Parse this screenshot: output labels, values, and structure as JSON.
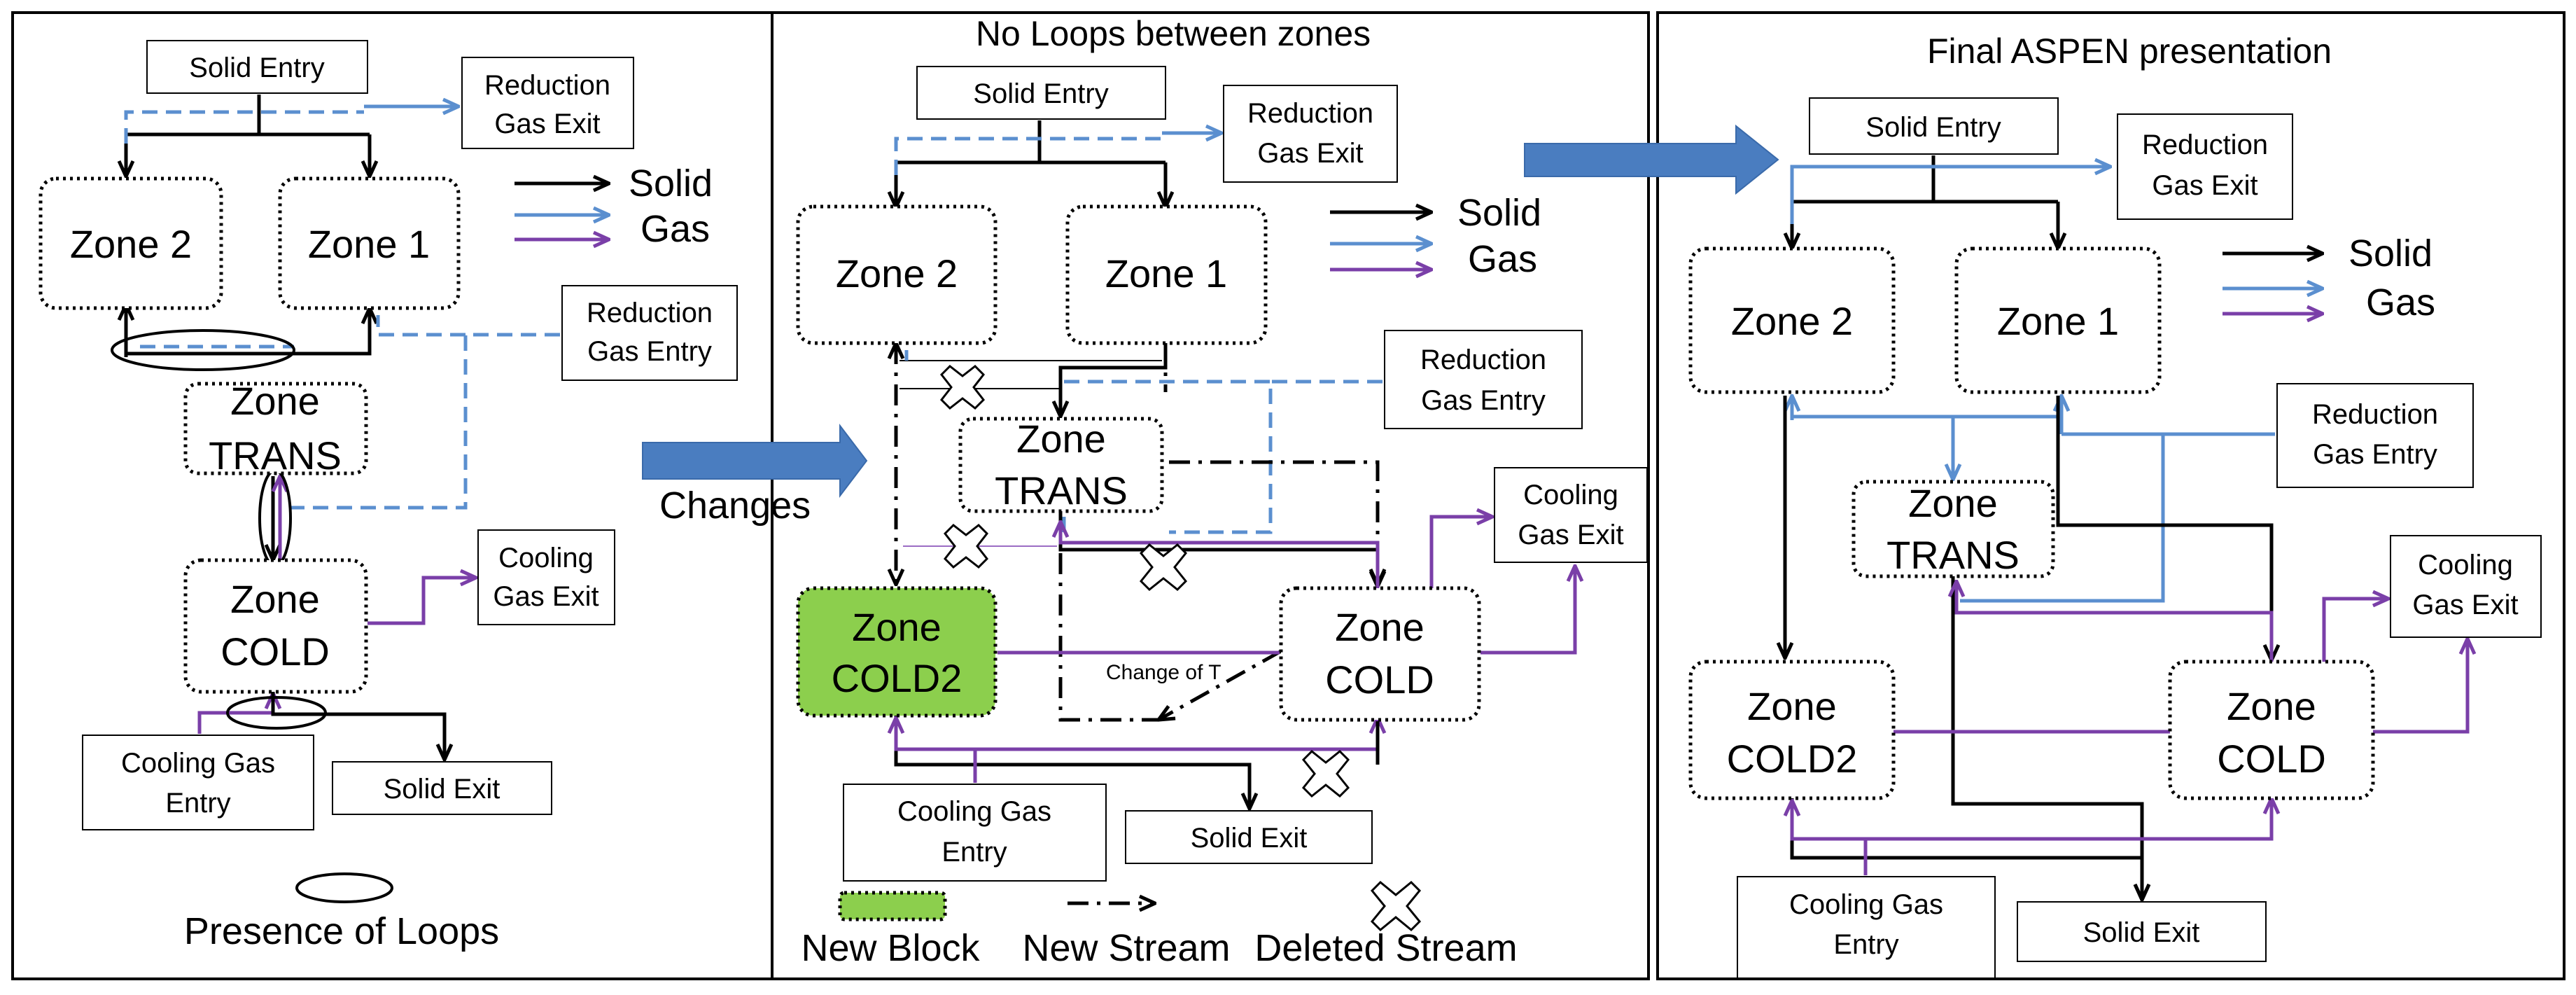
{
  "panels": {
    "left": {
      "zone2": "Zone 2",
      "zone1": "Zone 1",
      "zone_trans": [
        "Zone",
        "TRANS"
      ],
      "zone_cold": [
        "Zone",
        "COLD"
      ],
      "solid_entry": "Solid Entry",
      "reduction_gas_exit": [
        "Reduction",
        "Gas Exit"
      ],
      "reduction_gas_entry": [
        "Reduction",
        "Gas Entry"
      ],
      "cooling_gas_exit": [
        "Cooling",
        "Gas Exit"
      ],
      "cooling_gas_entry": [
        "Cooling Gas",
        "Entry"
      ],
      "solid_exit": "Solid Exit",
      "legend_solid": "Solid",
      "legend_gas": "Gas",
      "loops_label": "Presence of Loops"
    },
    "middle": {
      "title": "No Loops between zones",
      "zone2": "Zone 2",
      "zone1": "Zone 1",
      "zone_trans": [
        "Zone",
        "TRANS"
      ],
      "zone_cold2": [
        "Zone",
        "COLD2"
      ],
      "zone_cold": [
        "Zone",
        "COLD"
      ],
      "solid_entry": "Solid Entry",
      "reduction_gas_exit": [
        "Reduction",
        "Gas Exit"
      ],
      "reduction_gas_entry": [
        "Reduction",
        "Gas Entry"
      ],
      "cooling_gas_exit": [
        "Cooling",
        "Gas Exit"
      ],
      "cooling_gas_entry": [
        "Cooling Gas",
        "Entry"
      ],
      "solid_exit": "Solid Exit",
      "legend_solid": "Solid",
      "legend_gas": "Gas",
      "change_of_t": "Change of T",
      "changes_label": "Changes",
      "new_block": "New Block",
      "new_stream": "New Stream",
      "deleted_stream": "Deleted Stream"
    },
    "right": {
      "title": "Final ASPEN presentation",
      "zone2": "Zone 2",
      "zone1": "Zone 1",
      "zone_trans": [
        "Zone",
        "TRANS"
      ],
      "zone_cold2": [
        "Zone",
        "COLD2"
      ],
      "zone_cold": [
        "Zone",
        "COLD"
      ],
      "solid_entry": "Solid Entry",
      "reduction_gas_exit": [
        "Reduction",
        "Gas Exit"
      ],
      "reduction_gas_entry": [
        "Reduction",
        "Gas Entry"
      ],
      "cooling_gas_exit": [
        "Cooling",
        "Gas Exit"
      ],
      "cooling_gas_entry": [
        "Cooling Gas",
        "Entry"
      ],
      "solid_exit": "Solid Exit",
      "legend_solid": "Solid",
      "legend_gas": "Gas"
    }
  },
  "colors": {
    "solid": "#000000",
    "reduction_gas": "#5b8fcf",
    "cooling_gas": "#7a3fa8",
    "new_block": "#8ccf4d",
    "changes_arrow": "#4a7dc0"
  }
}
